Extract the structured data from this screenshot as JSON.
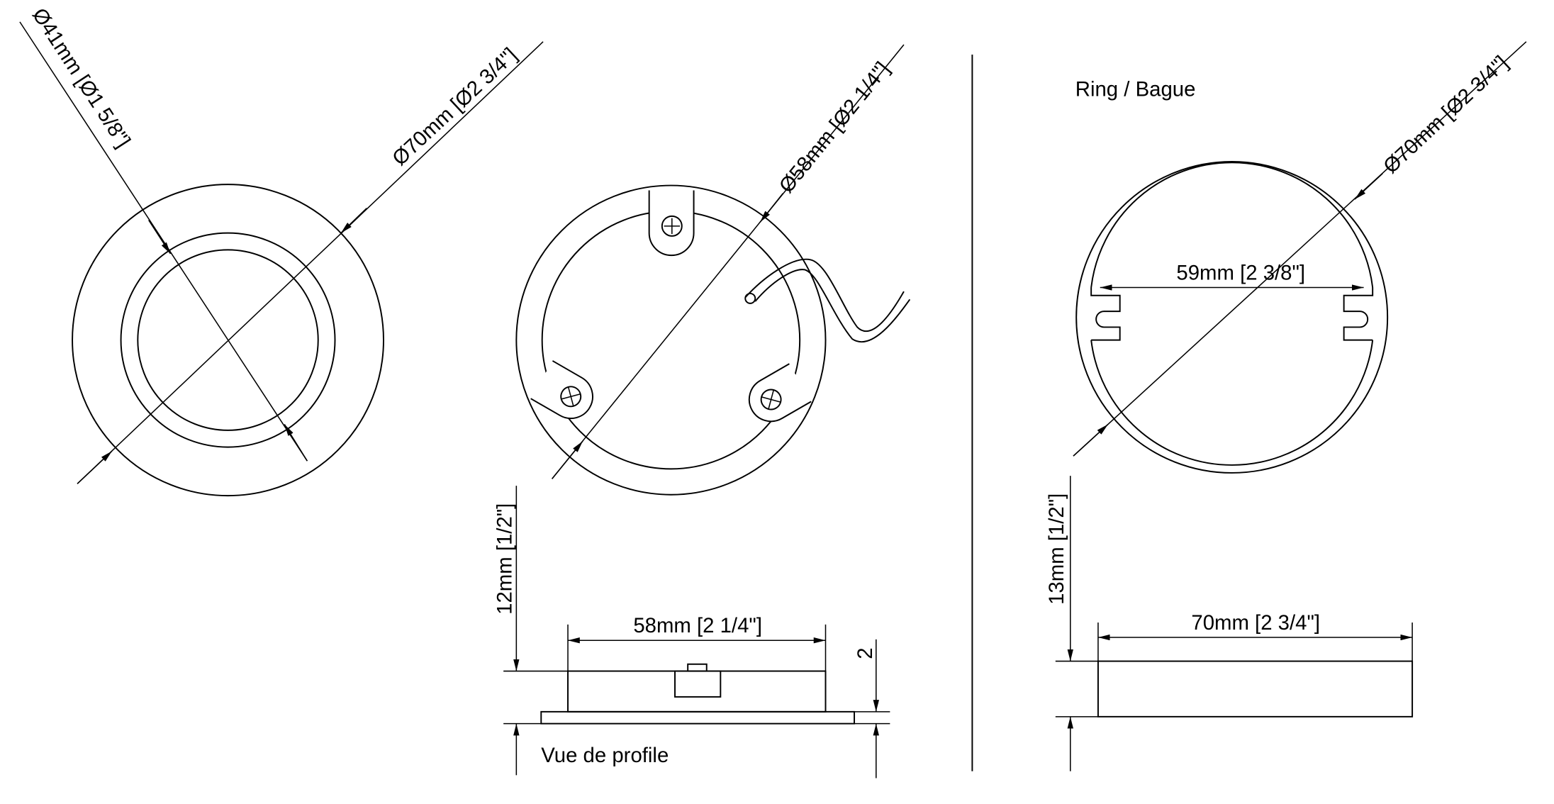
{
  "top_view": {
    "inner_diameter_label": "Ø41mm [Ø1 5/8\"]",
    "outer_diameter_label": "Ø70mm [Ø2 3/4\"]"
  },
  "back_view": {
    "diameter_label": "Ø58mm [Ø2 1/4\"]"
  },
  "profile_view": {
    "height_label": "12mm [1/2\"]",
    "width_label": "58mm [2 1/4\"]",
    "plate_label": "2",
    "caption": "Vue de profile"
  },
  "ring": {
    "title": "Ring / Bague",
    "outer_diameter_label": "Ø70mm [Ø2 3/4\"]",
    "slot_span_label": "59mm [2 3/8\"]",
    "height_label": "13mm [1/2\"]",
    "width_label": "70mm [2 3/4\"]"
  }
}
